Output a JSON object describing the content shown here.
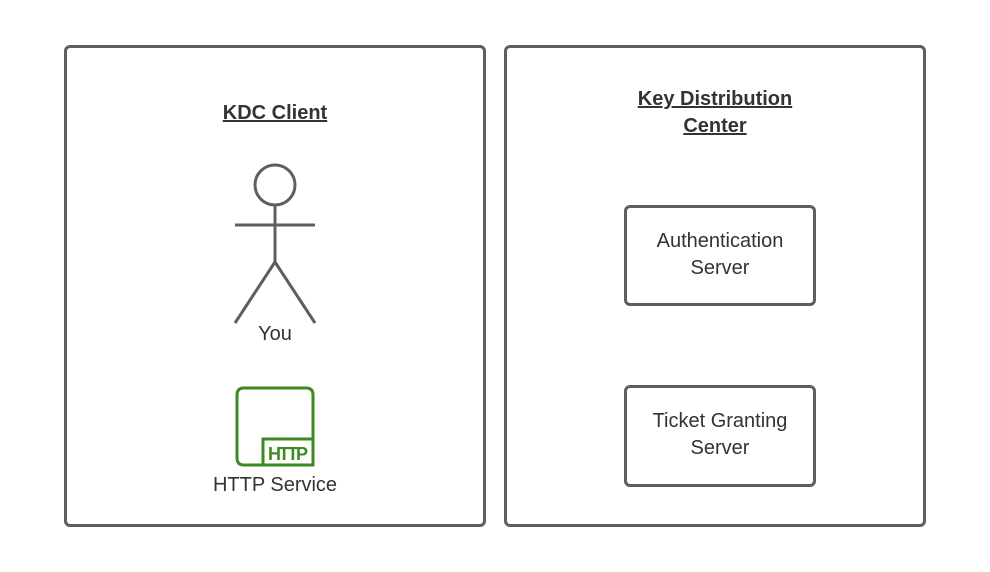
{
  "client": {
    "title": "KDC Client",
    "user_label": "You",
    "service_label": "HTTP Service",
    "service_icon_text": "HTTP"
  },
  "kdc": {
    "title_line1": "Key Distribution",
    "title_line2": "Center",
    "servers": [
      {
        "line1": "Authentication",
        "line2": "Server"
      },
      {
        "line1": "Ticket Granting",
        "line2": "Server"
      }
    ]
  },
  "colors": {
    "stroke": "#5e5e5e",
    "http_green": "#3d8a23"
  }
}
